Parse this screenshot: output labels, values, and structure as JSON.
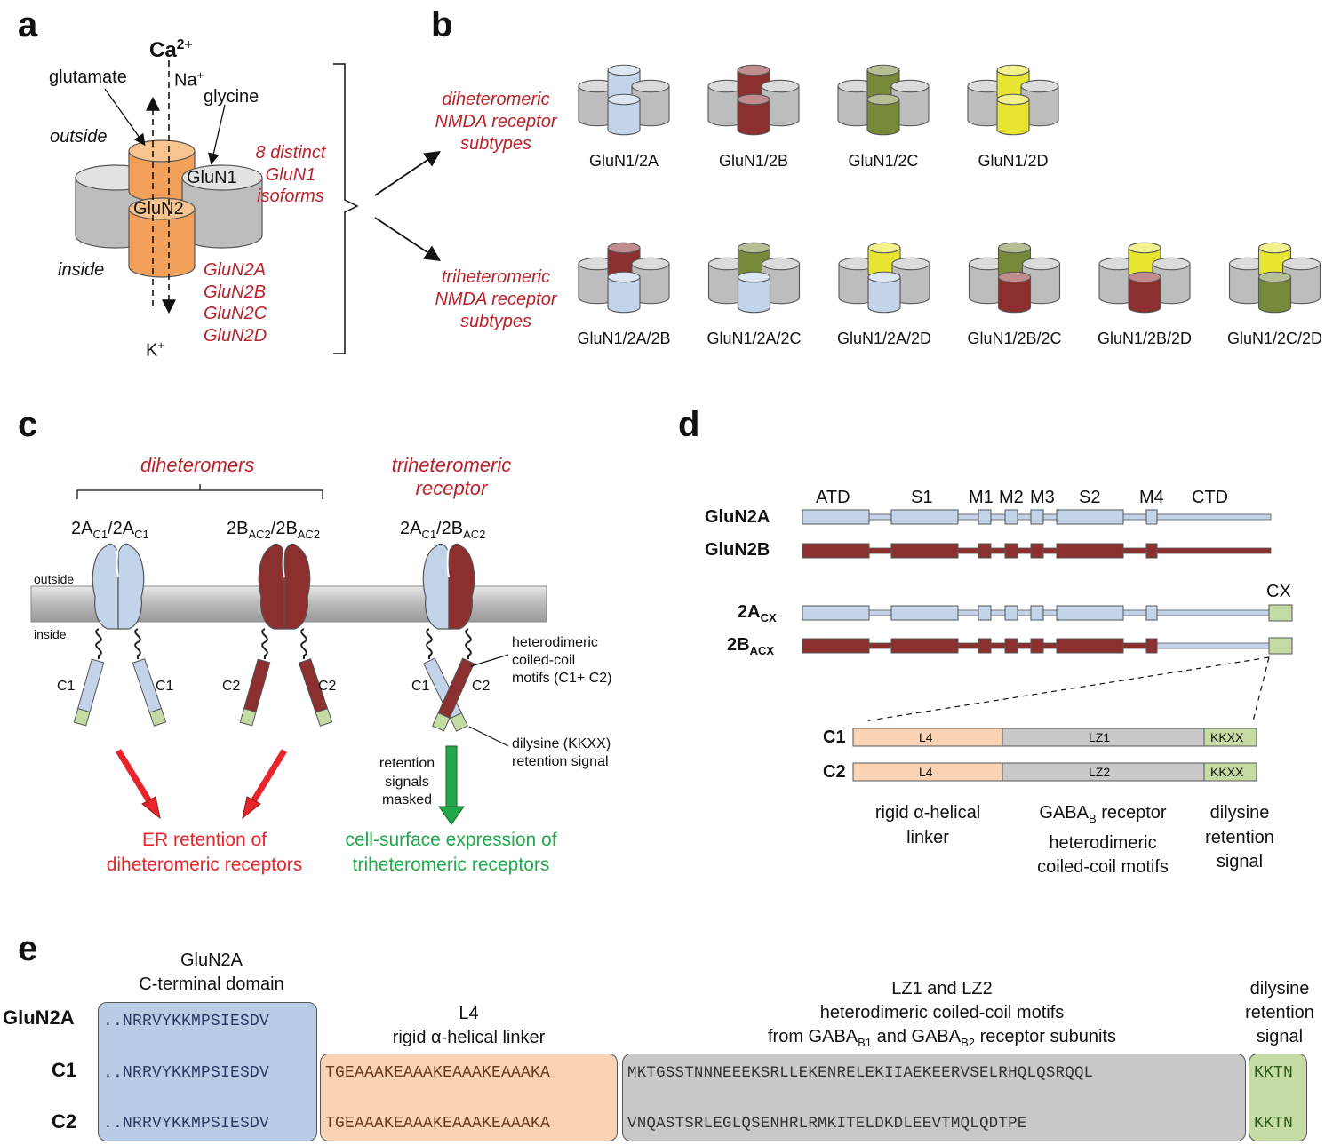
{
  "panels": {
    "a": "a",
    "b": "b",
    "c": "c",
    "d": "d",
    "e": "e"
  },
  "panel_a": {
    "ca": "Ca",
    "ca_sup": "2+",
    "na": "Na",
    "na_sup": "+",
    "k": "K",
    "k_sup": "+",
    "glutamate": "glutamate",
    "glycine": "glycine",
    "outside": "outside",
    "inside": "inside",
    "glun1": "GluN1",
    "glun2": "GluN2",
    "isoforms": [
      "8 distinct",
      "GluN1",
      "isoforms"
    ],
    "glun2_list": [
      "GluN2A",
      "GluN2B",
      "GluN2C",
      "GluN2D"
    ]
  },
  "panel_b": {
    "di_label": [
      "diheteromeric",
      "NMDA receptor",
      "subtypes"
    ],
    "tri_label": [
      "triheteromeric",
      "NMDA receptor",
      "subtypes"
    ],
    "di": [
      {
        "name": "GluN1/2A",
        "back": "#c2d3ea",
        "front": "#c2d3ea"
      },
      {
        "name": "GluN1/2B",
        "back": "#8b2f2f",
        "front": "#8b2f2f"
      },
      {
        "name": "GluN1/2C",
        "back": "#778a3a",
        "front": "#778a3a"
      },
      {
        "name": "GluN1/2D",
        "back": "#e8e531",
        "front": "#e8e531"
      }
    ],
    "tri": [
      {
        "name": "GluN1/2A/2B",
        "back": "#8b2f2f",
        "front": "#c2d3ea"
      },
      {
        "name": "GluN1/2A/2C",
        "back": "#778a3a",
        "front": "#c2d3ea"
      },
      {
        "name": "GluN1/2A/2D",
        "back": "#e8e531",
        "front": "#c2d3ea"
      },
      {
        "name": "GluN1/2B/2C",
        "back": "#778a3a",
        "front": "#8b2f2f"
      },
      {
        "name": "GluN1/2B/2D",
        "back": "#e8e531",
        "front": "#8b2f2f"
      },
      {
        "name": "GluN1/2C/2D",
        "back": "#e8e531",
        "front": "#778a3a"
      }
    ]
  },
  "panel_c": {
    "diheteromers": "diheteromers",
    "triheteromeric": [
      "triheteromeric",
      "receptor"
    ],
    "r1": {
      "a": "2A",
      "a_sub": "C1",
      "b": "/2A",
      "b_sub": "C1"
    },
    "r2": {
      "a": "2B",
      "a_sub": "AC2",
      "b": "/2B",
      "b_sub": "AC2"
    },
    "r3": {
      "a": "2A",
      "a_sub": "C1",
      "b": "/2B",
      "b_sub": "AC2"
    },
    "outside": "outside",
    "inside": "inside",
    "c1": "C1",
    "c2": "C2",
    "coiled": [
      "heterodimeric",
      "coiled-coil",
      "motifs (C1+ C2)"
    ],
    "dilysine": [
      "dilysine (KKXX)",
      "retention signal"
    ],
    "masked": [
      "retention",
      "signals",
      "masked"
    ],
    "er": [
      "ER retention of",
      "diheteromeric receptors"
    ],
    "surface": [
      "cell-surface expression of",
      "triheteromeric receptors"
    ]
  },
  "panel_d": {
    "domains": [
      "ATD",
      "S1",
      "M1",
      "M2",
      "M3",
      "S2",
      "M4",
      "CTD"
    ],
    "glun2a": "GluN2A",
    "glun2b": "GluN2B",
    "cx": "CX",
    "a_cx": {
      "main": "2A",
      "sub": "CX"
    },
    "b_acx": {
      "main": "2B",
      "sub": "ACX"
    },
    "c1": "C1",
    "c2": "C2",
    "l4": "L4",
    "lz1": "LZ1",
    "lz2": "LZ2",
    "kkxx": "KKXX",
    "legend1": [
      "rigid α-helical",
      "linker"
    ],
    "legend2_gaba": "GABA",
    "legend2_sub": "B",
    "legend2": [
      " receptor",
      "heterodimeric",
      "coiled-coil motifs"
    ],
    "legend3": [
      "dilysine",
      "retention",
      "signal"
    ]
  },
  "panel_e": {
    "head_ctd": [
      "GluN2A",
      "C-terminal domain"
    ],
    "head_l4": [
      "L4",
      "rigid α-helical linker"
    ],
    "head_lz": [
      "LZ1 and LZ2",
      "heterodimeric coiled-coil motifs"
    ],
    "head_lz_from": "from GABA",
    "head_lz_b1": "B1",
    "head_lz_and": " and GABA",
    "head_lz_b2": "B2",
    "head_lz_tail": " receptor subunits",
    "head_dil": [
      "dilysine",
      "retention",
      "signal"
    ],
    "rows": [
      "GluN2A",
      "C1",
      "C2"
    ],
    "ctd_seq": [
      "..NRRVYKKMPSIESDV",
      "..NRRVYKKMPSIESDV",
      "..NRRVYKKMPSIESDV"
    ],
    "l4_seq": [
      "TGEAAAKEAAAKEAAAKEAAAKA",
      "TGEAAAKEAAAKEAAAKEAAAKA"
    ],
    "lz_seq": [
      "MKTGSSTNNNEEEKSRLLEKENRELEKIIAEKEERVSELRHQLQSRQQL",
      "VNQASTSRLEGLQSENHRLRMKITELDKDLEEVTMQLQDTPE"
    ],
    "kk_seq": [
      "KKTN",
      "KKTN"
    ]
  },
  "colors": {
    "orange": "#f3a05a",
    "orange_light": "#f7c48f",
    "grey": "#bdbdbd",
    "blue": "#c2d3ea",
    "maroon": "#8b2f2f",
    "olive": "#778a3a",
    "yellow": "#e8e531",
    "green": "#c5dba4",
    "peach": "#f9d3b3",
    "seqgrey": "#c8c8c8",
    "red": "#b8222a"
  }
}
